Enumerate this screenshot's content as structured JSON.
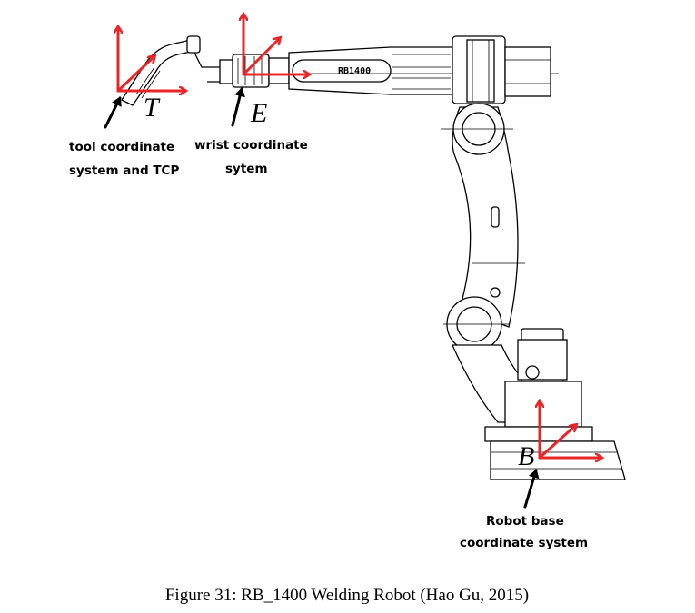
{
  "frames": {
    "tool": {
      "letter": "T",
      "note_line1": "tool coordinate",
      "note_line2": "system and TCP"
    },
    "wrist": {
      "letter": "E",
      "note_line1": "wrist coordinate",
      "note_line2": "sytem"
    },
    "base": {
      "letter": "B",
      "note_line1": "Robot base",
      "note_line2": "coordinate system"
    }
  },
  "model_label": "RB1400",
  "caption": "Figure 31: RB_1400 Welding Robot (Hao Gu, 2015)",
  "colors": {
    "axis": "#e8262a",
    "ink": "#000000"
  }
}
